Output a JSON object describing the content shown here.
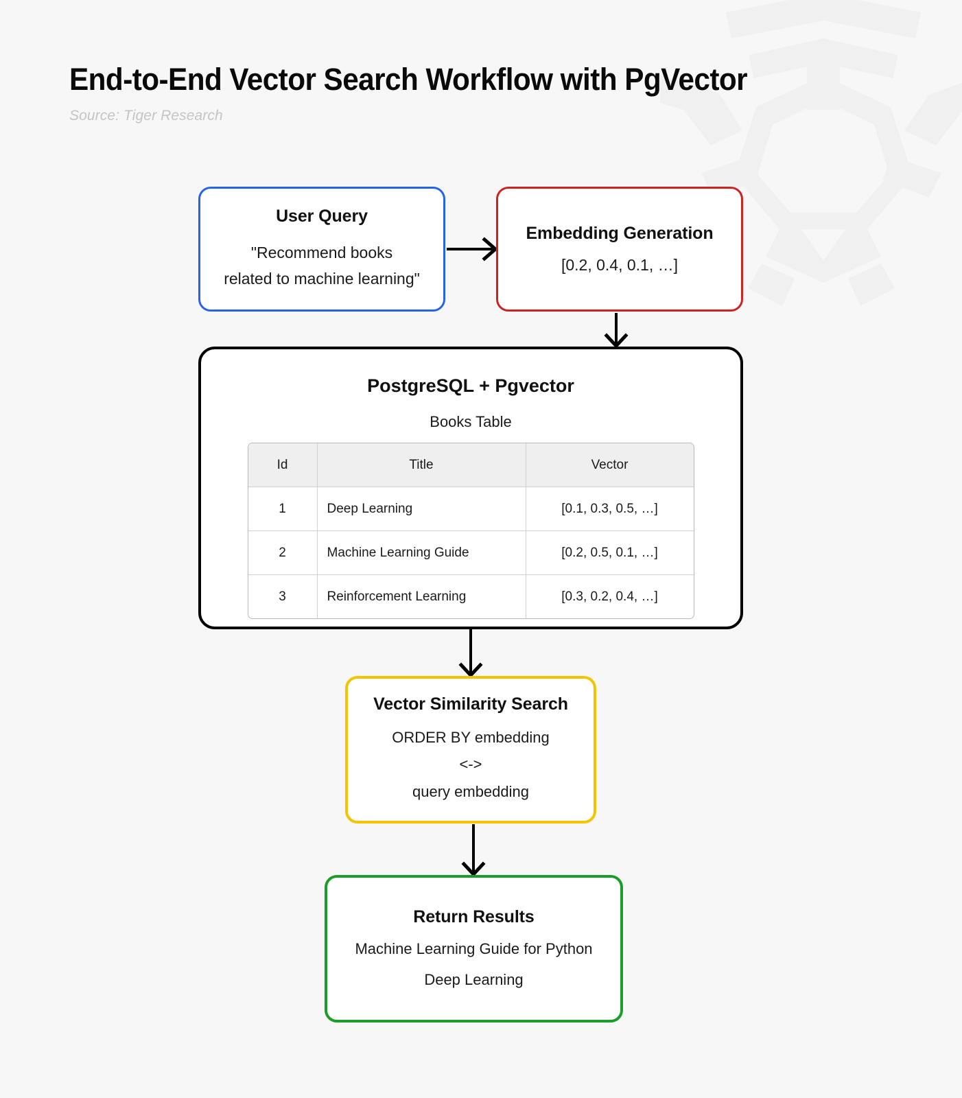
{
  "header": {
    "title": "End-to-End Vector Search Workflow with PgVector",
    "source": "Source: Tiger Research"
  },
  "colors": {
    "background": "#f7f7f7",
    "user_query_border": "#2563eb",
    "embedding_border": "#cc2222",
    "postgres_border": "#000000",
    "similarity_border": "#f5c400",
    "results_border": "#1a9e28",
    "watermark": "#f0f0f0",
    "table_header_bg": "#efefef"
  },
  "nodes": {
    "user_query": {
      "title": "User Query",
      "line1": "\"Recommend books",
      "line2": "related to machine learning\""
    },
    "embedding": {
      "title": "Embedding Generation",
      "vector": "[0.2, 0.4, 0.1, …]"
    },
    "postgres": {
      "title": "PostgreSQL + Pgvector",
      "subtitle": "Books Table",
      "table": {
        "columns": [
          "Id",
          "Title",
          "Vector"
        ],
        "rows": [
          [
            "1",
            "Deep Learning",
            "[0.1, 0.3, 0.5, …]"
          ],
          [
            "2",
            "Machine Learning Guide",
            "[0.2, 0.5, 0.1, …]"
          ],
          [
            "3",
            "Reinforcement Learning",
            "[0.3, 0.2, 0.4, …]"
          ]
        ]
      }
    },
    "similarity": {
      "title": "Vector Similarity Search",
      "line1": "ORDER BY embedding",
      "line2": "<->",
      "line3": "query embedding"
    },
    "results": {
      "title": "Return Results",
      "line1": "Machine Learning Guide for Python",
      "line2": "Deep Learning"
    }
  },
  "connectors": [
    {
      "name": "user-query-to-embedding",
      "direction": "right"
    },
    {
      "name": "embedding-to-postgres",
      "direction": "down"
    },
    {
      "name": "postgres-to-similarity",
      "direction": "down"
    },
    {
      "name": "similarity-to-results",
      "direction": "down"
    }
  ]
}
